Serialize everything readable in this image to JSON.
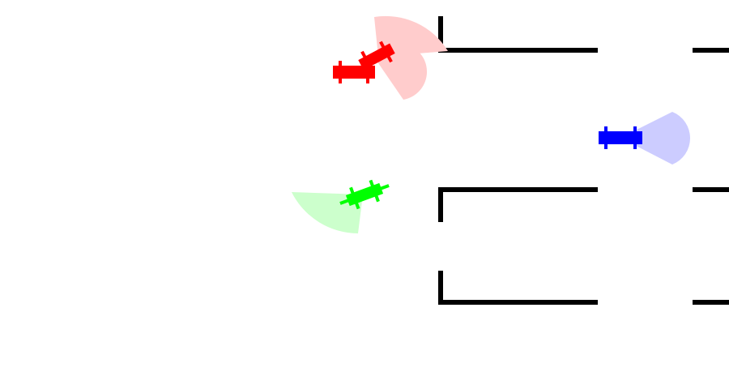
{
  "scene": {
    "background": "#ffffff",
    "wall_color": "#000000",
    "walls": [
      {
        "name": "wall-top-left"
      },
      {
        "name": "wall-top-right"
      },
      {
        "name": "wall-middle-left"
      },
      {
        "name": "wall-middle-right"
      },
      {
        "name": "wall-bottom-left"
      },
      {
        "name": "wall-bottom-right"
      }
    ],
    "robots": [
      {
        "name": "red-robot-1",
        "color": "#ff0000",
        "sensor_color": "#ffcccc"
      },
      {
        "name": "red-robot-2",
        "color": "#ff0000",
        "sensor_color": "#ffcccc"
      },
      {
        "name": "blue-robot",
        "color": "#0000ff",
        "sensor_color": "#ccccff"
      },
      {
        "name": "green-robot",
        "color": "#00ff00",
        "sensor_color": "#ccffcc"
      }
    ]
  }
}
